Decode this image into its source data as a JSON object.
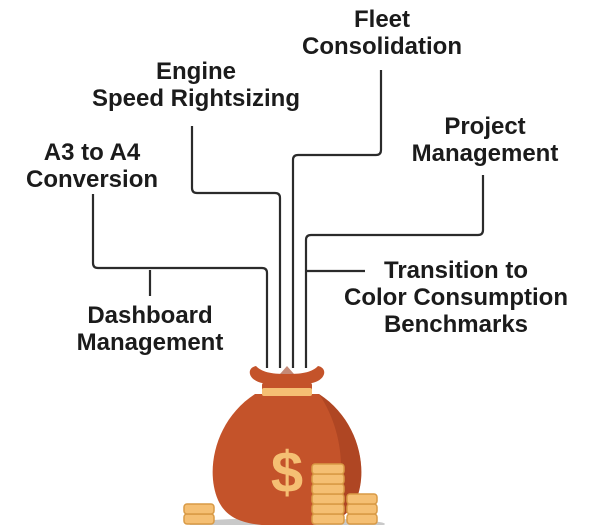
{
  "colors": {
    "line": "#2b2b2b",
    "bag": "#c4532a",
    "bag_dark": "#9e3c1d",
    "gold": "#f5bf73",
    "gold_dark": "#d99a45",
    "text": "#1b1b1b"
  },
  "labels": {
    "fleet": [
      "Fleet",
      "Consolidation"
    ],
    "engine": [
      "Engine",
      "Speed Rightsizing"
    ],
    "project": [
      "Project",
      "Management"
    ],
    "a3a4": [
      "A3 to A4",
      "Conversion"
    ],
    "transition": [
      "Transition to",
      "Color Consumption",
      "Benchmarks"
    ],
    "dashboard": [
      "Dashboard",
      "Management"
    ]
  },
  "bag_symbol": "$",
  "icons": {
    "bag": "money-bag-icon",
    "coins": "coin-stack-icon"
  }
}
